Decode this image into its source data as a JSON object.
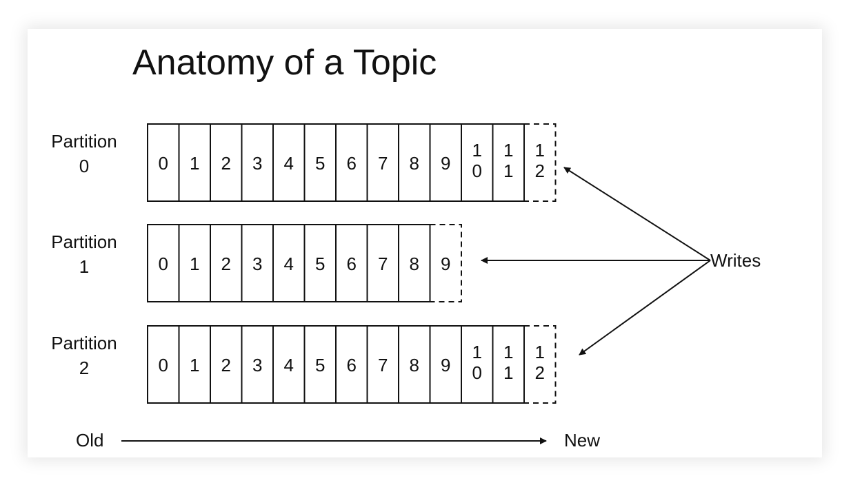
{
  "title": "Anatomy of a Topic",
  "partitions": [
    {
      "label_line1": "Partition",
      "label_line2": "0",
      "offsets": [
        "0",
        "1",
        "2",
        "3",
        "4",
        "5",
        "6",
        "7",
        "8",
        "9",
        "10",
        "11"
      ],
      "next_offset": "12"
    },
    {
      "label_line1": "Partition",
      "label_line2": "1",
      "offsets": [
        "0",
        "1",
        "2",
        "3",
        "4",
        "5",
        "6",
        "7",
        "8"
      ],
      "next_offset": "9"
    },
    {
      "label_line1": "Partition",
      "label_line2": "2",
      "offsets": [
        "0",
        "1",
        "2",
        "3",
        "4",
        "5",
        "6",
        "7",
        "8",
        "9",
        "10",
        "11"
      ],
      "next_offset": "12"
    }
  ],
  "writes_label": "Writes",
  "axis": {
    "old_label": "Old",
    "new_label": "New"
  }
}
